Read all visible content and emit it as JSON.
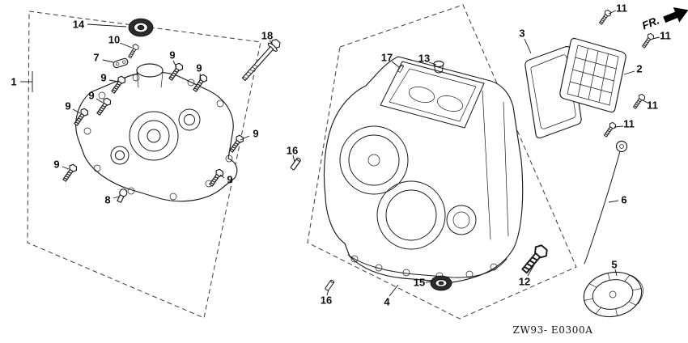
{
  "diagram": {
    "background_color": "#ffffff",
    "line_color": "#1a1a1a",
    "drawing_code": "ZW93- E0300A",
    "front_direction_label": "FR.",
    "callouts": [
      {
        "label": "14"
      },
      {
        "label": "10"
      },
      {
        "label": "7"
      },
      {
        "label": "1"
      },
      {
        "label": "9"
      },
      {
        "label": "9"
      },
      {
        "label": "9"
      },
      {
        "label": "9"
      },
      {
        "label": "9"
      },
      {
        "label": "9"
      },
      {
        "label": "9"
      },
      {
        "label": "9"
      },
      {
        "label": "8"
      },
      {
        "label": "18"
      },
      {
        "label": "16"
      },
      {
        "label": "17"
      },
      {
        "label": "13"
      },
      {
        "label": "3"
      },
      {
        "label": "2"
      },
      {
        "label": "11"
      },
      {
        "label": "11"
      },
      {
        "label": "11"
      },
      {
        "label": "11"
      },
      {
        "label": "12"
      },
      {
        "label": "6"
      },
      {
        "label": "5"
      },
      {
        "label": "15"
      },
      {
        "label": "4"
      },
      {
        "label": "16"
      }
    ]
  }
}
